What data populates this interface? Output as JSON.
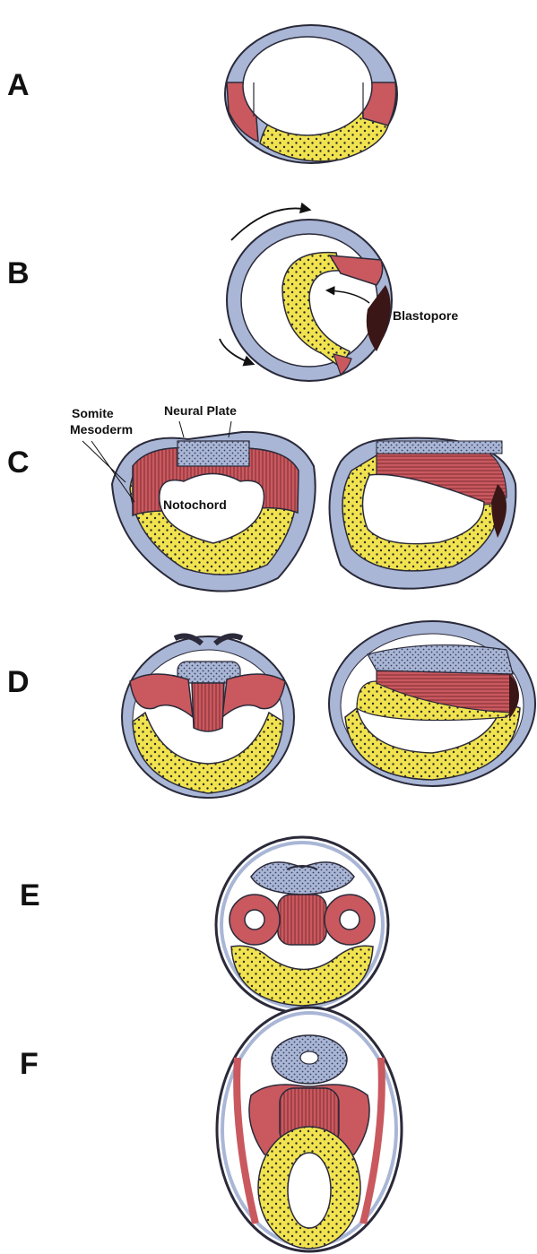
{
  "stages": [
    "A",
    "B",
    "C",
    "D",
    "E",
    "F"
  ],
  "labels": {
    "blastopore": "Blastopore",
    "somite_line1": "Somite",
    "somite_line2": "Mesoderm",
    "neural_plate": "Neural Plate",
    "notochord": "Notochord"
  },
  "colors": {
    "ectoderm": "#a9b6d6",
    "mesoderm": "#c9595f",
    "endoderm": "#f1e34f",
    "blastopore_lip": "#3a1616",
    "outline": "#2a2a3a",
    "background": "#ffffff"
  }
}
